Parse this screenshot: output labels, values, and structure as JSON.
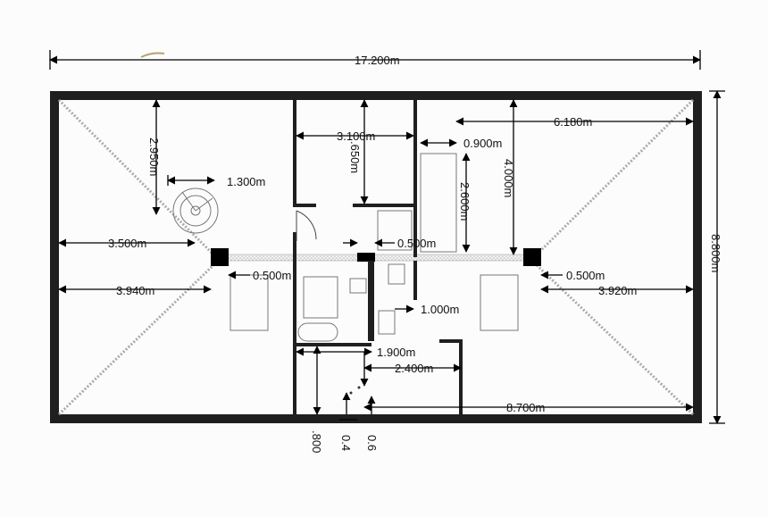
{
  "plan": {
    "dimensions": {
      "overall_width": "17.200m",
      "overall_height": "8.800m",
      "left_top_height": "2.950m",
      "stair_width": "1.300m",
      "left_to_stair": "3.500m",
      "left_to_column": "3.940m",
      "left_column_gap": "0.500m",
      "top_room_width": "3.100m",
      "top_room_depth": ".650m",
      "center_gap": "0.500m",
      "right_small_width": "0.900m",
      "right_room_depth": "4.000m",
      "right_room_height": "2.600m",
      "right_top_width": "6.180m",
      "right_column_gap": "0.500m",
      "right_to_wall": "3.920m",
      "bath_to_right": "1.000m",
      "bottom_mid_width": "1.900m",
      "bottom_corridor_width": "2.400m",
      "bottom_right_width": "8.700m",
      "bottom_left_vertical": ".800",
      "bottom_detail_a": "0.4",
      "bottom_detail_b": "0.6"
    }
  }
}
